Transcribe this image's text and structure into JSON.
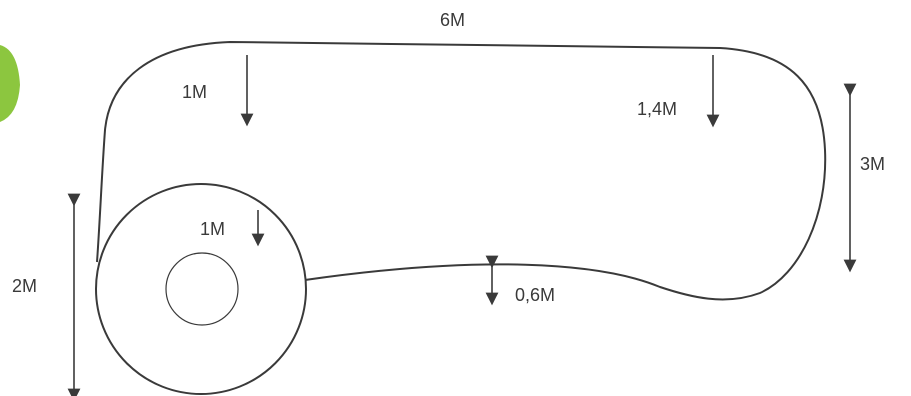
{
  "accent_color": "#8cc63f",
  "stroke_color": "#3a3a3a",
  "labels": {
    "top_width": "6M",
    "left_inner_drop": "1M",
    "right_inner_drop": "1,4M",
    "right_height": "3M",
    "roll_inner_drop": "1M",
    "left_height": "2M",
    "bottom_gap": "0,6M"
  }
}
